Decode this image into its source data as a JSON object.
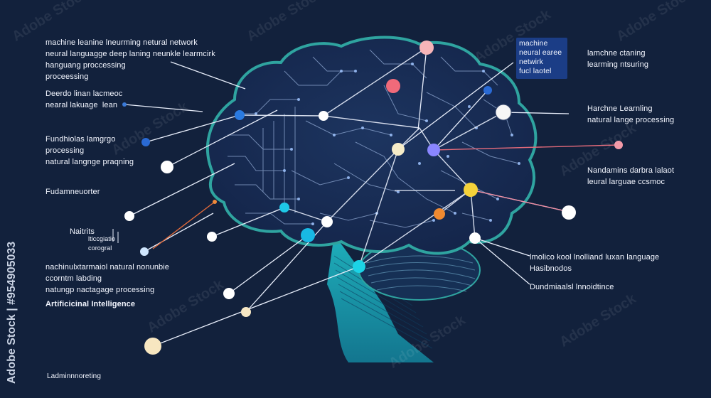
{
  "labels": {
    "l1": "machine leanine lnеurming netural network\nneural languagge deep laning neunkle learmcirk\nhanguang proccessing\nproceessing",
    "l2": "Deerdo linan lacmeoc\nnearal lakuage  lean",
    "l3": "Fundhiolas lamgrgo\nprocessing\nnatural langnge praqning",
    "l4": "Fudamneuorter",
    "l5": "Naitrits",
    "l5b": "lticcgiatio\ncorogral",
    "l6": "nachinulxtarmaiol natural nonunbie\nccorntm labding\nnatungp nactagage processing",
    "l6b": "Artificicinal Intelligence",
    "l7": "Ladminnnoreting",
    "r1": "machine\nneural earee\nnetwirk\nfucl laotel",
    "r2": "lamchne ctaning\nlearming ntsuring",
    "r3": "Harchne Learnling\nnatural lange processing",
    "r4": "Nandamins darbra lalaot\nleural larguae ccsmoc",
    "r5": "lmolico kool lnolliand luxan language\nHasibnodos",
    "r6": "Dundmiaalsl lnnoidtince"
  },
  "watermark": {
    "brand": "Adobe Stock",
    "stock_id": "Adobe Stock | #954905033"
  },
  "colors": {
    "background": "#12213c",
    "brain_outline": "#2fa4a0",
    "circuit": "#b9d4ff",
    "connector": "#e8eefb",
    "accent_red": "#e26a7a",
    "accent_blue": "#2a6ad4",
    "accent_yellow": "#f5d23a",
    "accent_orange": "#f08a30",
    "accent_violet": "#8a86ff",
    "accent_cyan": "#1ec8e8",
    "stem": "#1aa0b0",
    "highlight_box": "#1b3d86"
  }
}
